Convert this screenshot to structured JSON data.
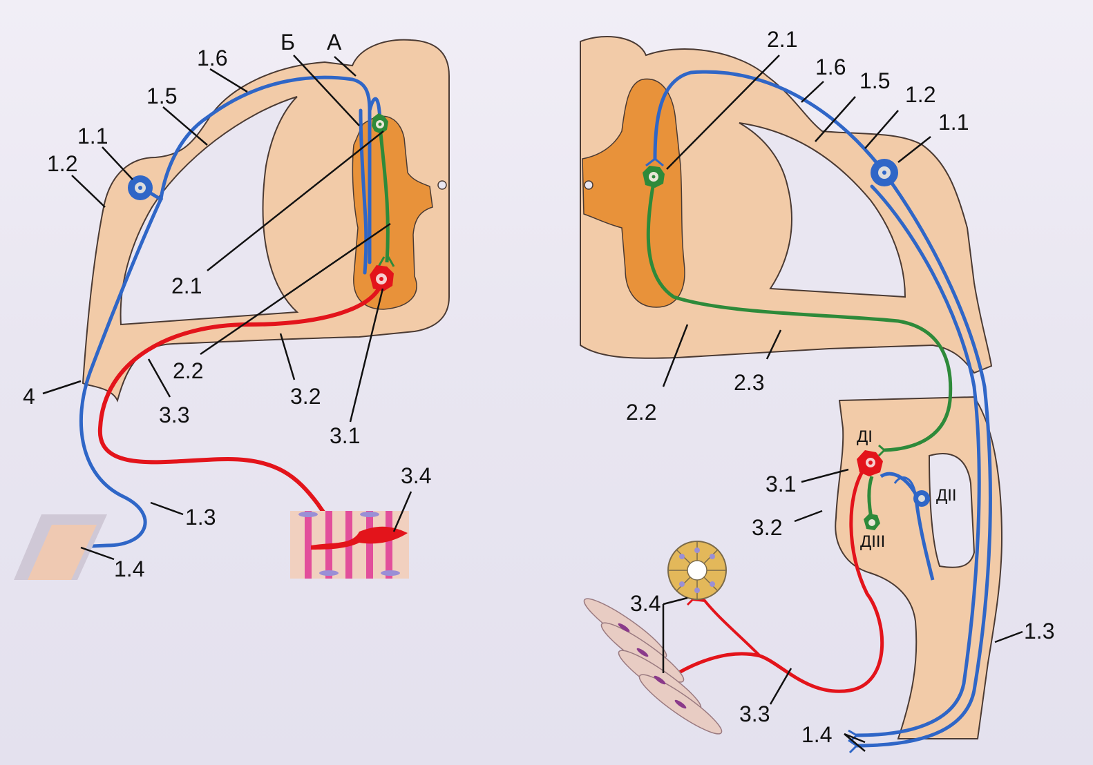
{
  "colors": {
    "tissue": "#f2cba8",
    "tissue_outline": "#4a3a33",
    "gray_matter": "#e8923a",
    "sensory": "#2f66c7",
    "interneuron": "#2e8a3a",
    "motor": "#e3141b",
    "muscle_bg": "#f1d0bf",
    "muscle_stripe": "#e24f9b",
    "muscle_nucleus": "#9a8fd6"
  },
  "left_diagram": {
    "labels": {
      "sensory_neuron_body": "1.1",
      "spinal_ganglion": "1.2",
      "peripheral_process": "1.3",
      "receptor": "1.4",
      "dorsal_root": "1.5",
      "central_process": "1.6",
      "zone_b": "Б",
      "zone_a": "А",
      "interneuron_body": "2.1",
      "interneuron_axon": "2.2",
      "motor_neuron_body": "3.1",
      "motor_axon": "3.2",
      "ventral_root": "3.3",
      "effector": "3.4",
      "spinal_nerve": "4"
    }
  },
  "right_diagram": {
    "labels": {
      "central_process": "1.6",
      "dorsal_root": "1.5",
      "spinal_ganglion": "1.2",
      "sensory_neuron_body": "1.1",
      "interneuron_body": "2.1",
      "interneuron_axon": "2.2",
      "interneuron_fiber": "2.3",
      "motor_neuron_body": "3.1",
      "autonomic_ganglion": "3.2",
      "peripheral_process": "1.3",
      "effector": "3.4",
      "postganglionic_fiber": "3.3",
      "receptor": "1.4"
    },
    "ganglion_cells": {
      "d1": "ДI",
      "d2": "ДII",
      "d3": "ДIII"
    }
  }
}
